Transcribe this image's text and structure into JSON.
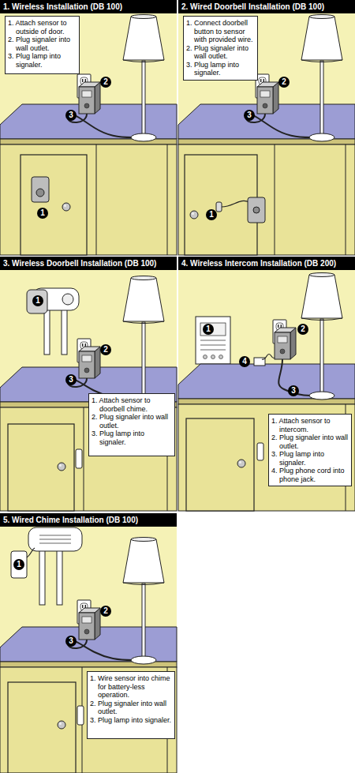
{
  "diagram": {
    "nodes": [
      {
        "text": [
          "1. Wireless Installation (DB 100)"
        ]
      },
      {
        "text": [
          "1. Attach sensor to outside of door.",
          "2. Plug signaler into wall outlet.",
          "3. Plug lamp into signaler."
        ],
        "in": 0
      },
      {
        "text": [
          "2. Wired Doorbell Installation (DB 100)"
        ]
      },
      {
        "text": [
          "1. Connect doorbell button to sensor with provided wire.",
          "2. Plug signaler into wall outlet.",
          "3. Plug lamp into signaler."
        ],
        "in": 2
      },
      {
        "text": [
          "3. Wireless Doorbell Installation (DB 100)"
        ]
      },
      {
        "text": [
          "1. Attach sensor to doorbell chime.",
          "2. Plug signaler into wall outlet.",
          "3. Plug lamp into signaler."
        ],
        "in": 4
      },
      {
        "text": [
          "4. Wireless Intercom Installation (DB 200)"
        ]
      },
      {
        "text": [
          "1. Attach sensor to intercom.",
          "2. Plug signaler into wall outlet.",
          "3. Plug lamp into signaler.",
          "4. Plug phone cord into phone jack."
        ],
        "in": 6
      },
      {
        "text": [
          "5. Wired Chime Installation (DB 100)"
        ]
      },
      {
        "text": [
          "1. Wire sensor into chime for battery-less operation.",
          "2. Plug signaler into wall outlet.",
          "3. Plug lamp into signaler."
        ],
        "in": 8
      }
    ],
    "labels": [
      "1",
      "2",
      "3",
      "1",
      "2",
      "3",
      "1",
      "2",
      "3",
      "1",
      "2",
      "3",
      "4",
      "1",
      "2",
      "3"
    ]
  }
}
